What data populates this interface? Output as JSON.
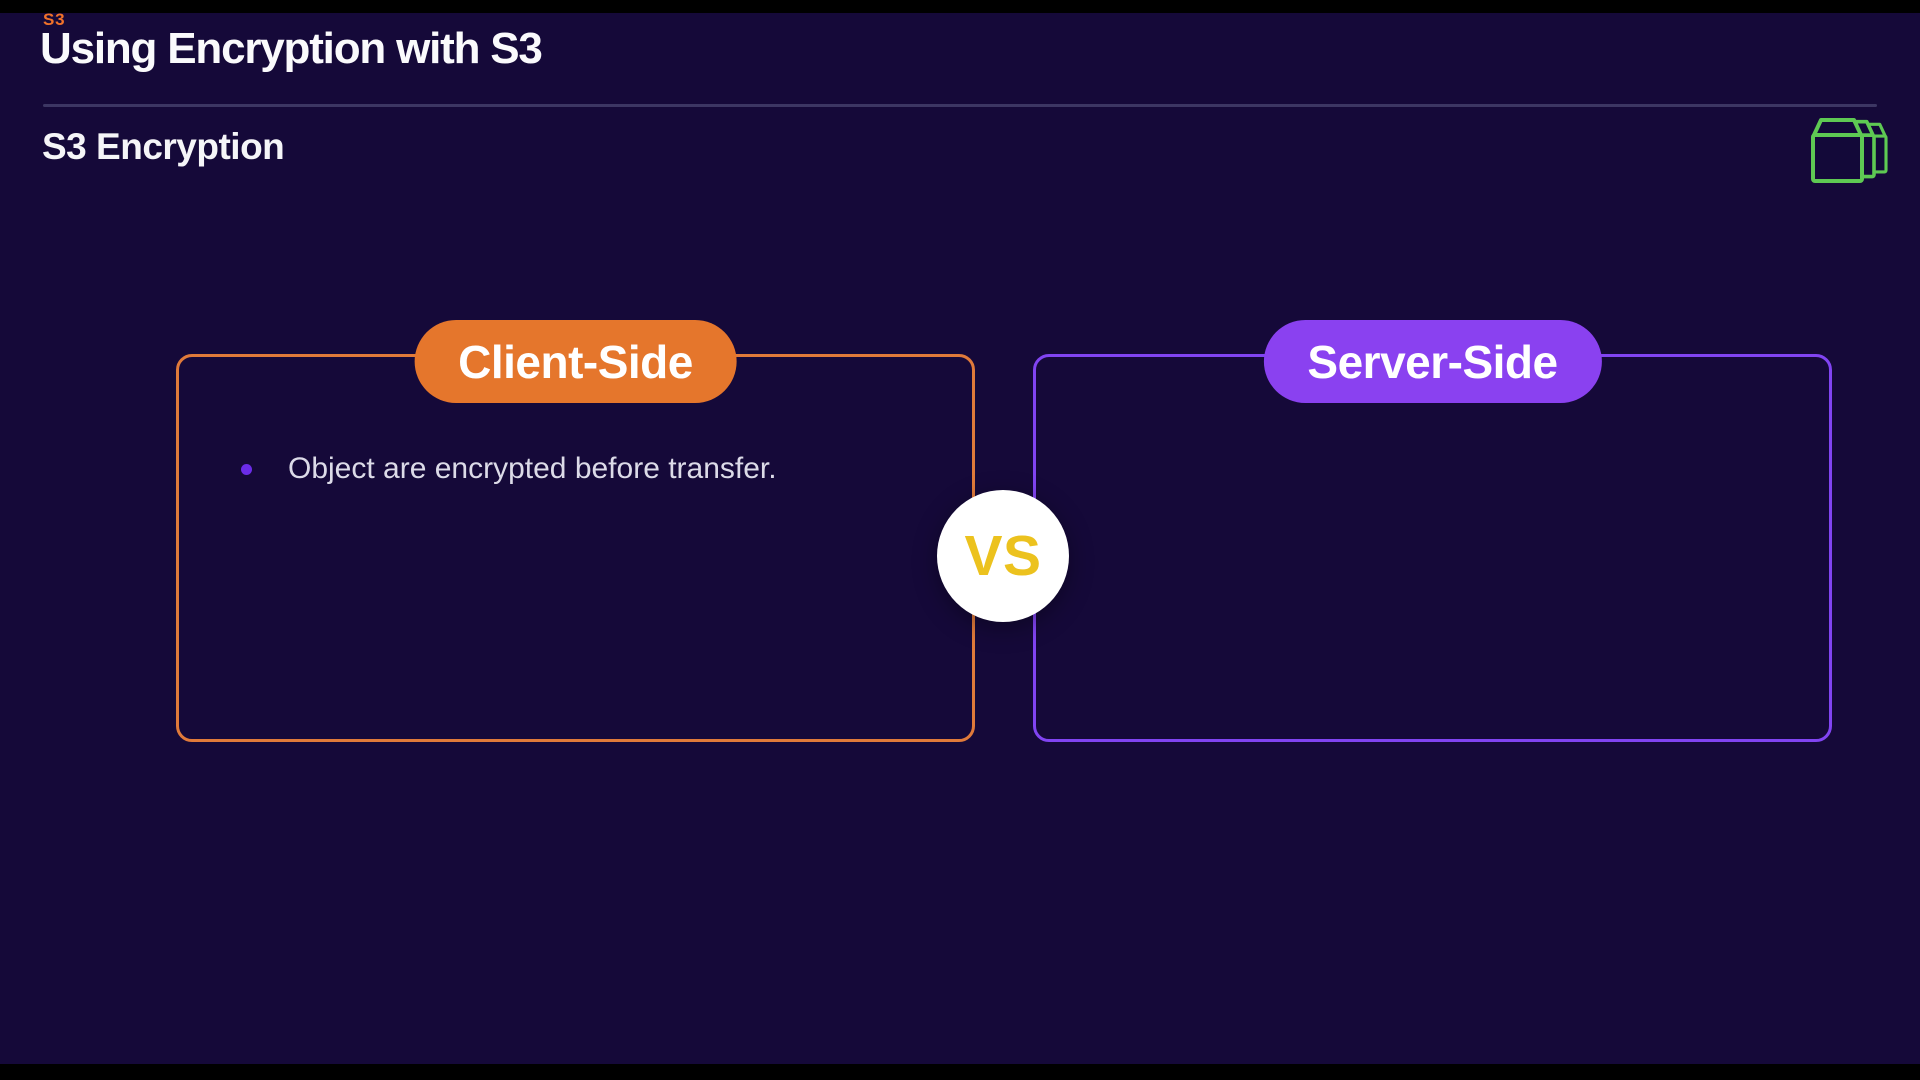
{
  "header": {
    "eyebrow": "S3",
    "title": "Using Encryption with S3"
  },
  "section": {
    "heading": "S3 Encryption",
    "icon": "s3-buckets-icon",
    "icon_color": "#5ec953"
  },
  "comparison": {
    "vs_label": "VS",
    "vs_text_color": "#ecc21e",
    "vs_circle_color": "#ffffff",
    "panels": [
      {
        "id": "client",
        "label": "Client-Side",
        "pill_color": "#e5762c",
        "border_color": "#e07a3a",
        "bullets": [
          "Object are encrypted before transfer."
        ],
        "bullet_dot_color": "#6b2ce8"
      },
      {
        "id": "server",
        "label": "Server-Side",
        "pill_color": "#8a41f0",
        "border_color": "#8144f2",
        "bullets": []
      }
    ]
  },
  "colors": {
    "background": "#150939",
    "eyebrow": "#f0722a",
    "title_text": "#fafafc",
    "divider": "#3c3663",
    "bullet_text": "#dcdbe8",
    "letterbox": "#000000"
  }
}
